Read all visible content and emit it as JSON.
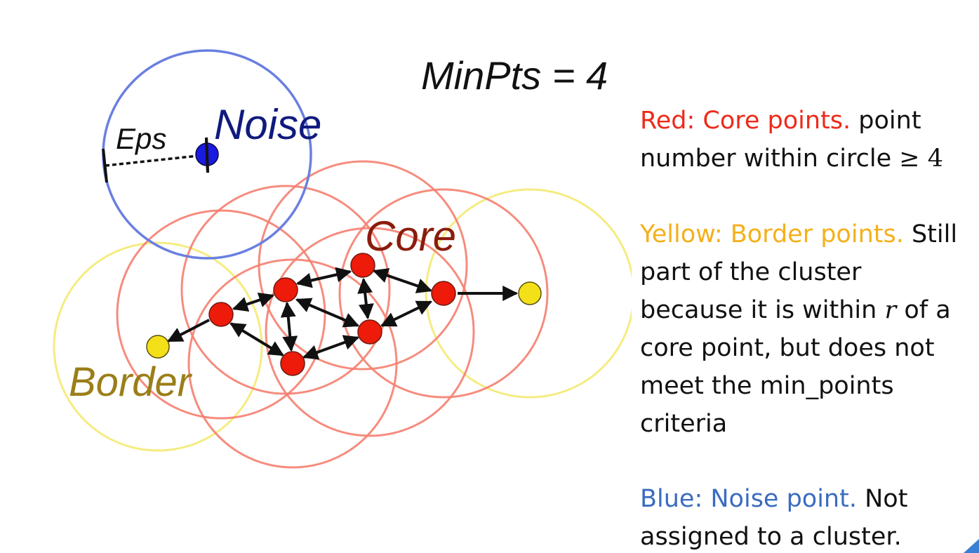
{
  "diagram": {
    "min_pts_label": "MinPts = 4",
    "eps_label": "Eps",
    "noise_label": "Noise",
    "core_label": "Core",
    "border_label": "Border",
    "colors": {
      "core": "#ee1a0a",
      "core_circle": "#f58070",
      "border": "#f4e018",
      "border_circle": "#f5ec80",
      "border_label": "#9a7e18",
      "noise": "#1a1ae0",
      "noise_circle": "#6a7fe0",
      "noise_label": "#101a7e",
      "core_label": "#8a1c0c"
    }
  },
  "legend": {
    "red": {
      "title": "Red: Core points.",
      "text_before_symbol": " point number within circle ",
      "symbol": "≥",
      "value": "4",
      "color": "#ee2a1a"
    },
    "yellow": {
      "title": "Yellow: Border points.",
      "text_before_var": " Still part of the cluster because it is within ",
      "var": "r",
      "text_after_var": " of a core point, but does not meet the min_points criteria",
      "color": "#f5b01a"
    },
    "blue": {
      "title": "Blue: Noise point.",
      "text": " Not assigned to a cluster.",
      "color": "#3a6cc0"
    }
  }
}
